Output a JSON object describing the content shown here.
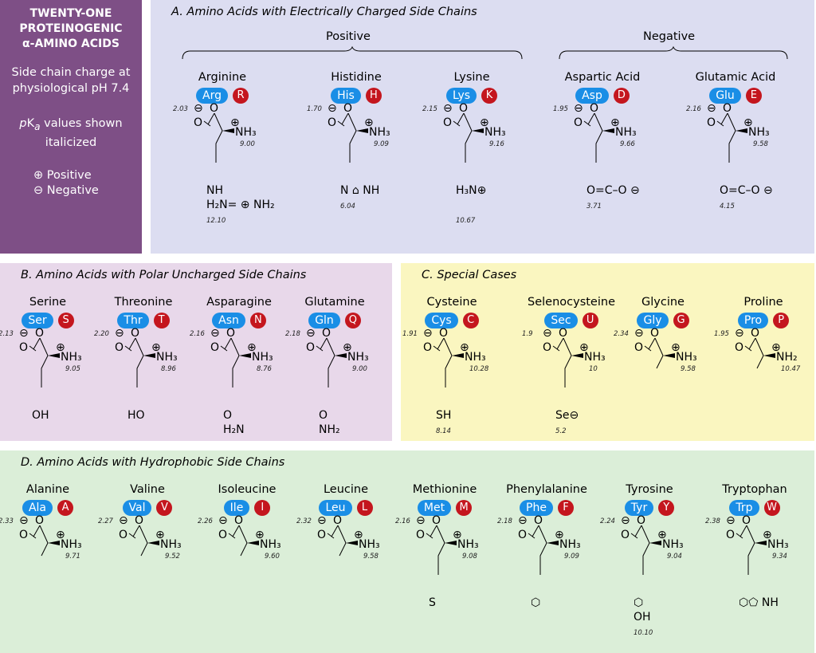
{
  "sidebar": {
    "title_lines": [
      "TWENTY-ONE",
      "PROTEINOGENIC",
      "α-AMINO ACIDS"
    ],
    "charge_note": "Side chain charge at physiological pH 7.4",
    "pka_note_p": "p",
    "pka_note_k": "K",
    "pka_note_a": "a",
    "pka_note_rest": " values shown italicized",
    "legend_positive": "Positive",
    "legend_negative": "Negative",
    "positive_symbol": "⊕",
    "negative_symbol": "⊖"
  },
  "colors": {
    "three_letter_badge": "#1a8ee6",
    "one_letter_badge": "#c4161e",
    "sidebar": "#7e4f86",
    "panel_a": "#dcddf1",
    "panel_b": "#e8d8ea",
    "panel_c": "#faf6c0",
    "panel_d": "#dbeed8"
  },
  "sections": [
    {
      "title": "A. Amino Acids with Electrically Charged Side Chains",
      "groups": [
        "Positive",
        "Negative"
      ],
      "acids": [
        {
          "name": "Arginine",
          "three": "Arg",
          "one": "R",
          "pka_cooh": "2.03",
          "pka_nh3": "9.00",
          "pka_side": "12.10",
          "side": [
            "NH",
            "H₂N=  ⊕ NH₂"
          ]
        },
        {
          "name": "Histidine",
          "three": "His",
          "one": "H",
          "pka_cooh": "1.70",
          "pka_nh3": "9.09",
          "pka_side": "6.04",
          "side": [
            "N ⌂ NH"
          ]
        },
        {
          "name": "Lysine",
          "three": "Lys",
          "one": "K",
          "pka_cooh": "2.15",
          "pka_nh3": "9.16",
          "pka_side": "10.67",
          "side": [
            "",
            "H₃N⊕"
          ]
        },
        {
          "name": "Aspartic Acid",
          "three": "Asp",
          "one": "D",
          "pka_cooh": "1.95",
          "pka_nh3": "9.66",
          "pka_side": "3.71",
          "side": [
            "O=C–O ⊖"
          ]
        },
        {
          "name": "Glutamic Acid",
          "three": "Glu",
          "one": "E",
          "pka_cooh": "2.16",
          "pka_nh3": "9.58",
          "pka_side": "4.15",
          "side": [
            "O=C–O ⊖"
          ]
        }
      ]
    },
    {
      "title": "B. Amino Acids with Polar Uncharged Side Chains",
      "acids": [
        {
          "name": "Serine",
          "three": "Ser",
          "one": "S",
          "pka_cooh": "2.13",
          "pka_nh3": "9.05",
          "side": [
            "OH"
          ]
        },
        {
          "name": "Threonine",
          "three": "Thr",
          "one": "T",
          "pka_cooh": "2.20",
          "pka_nh3": "8.96",
          "side": [
            "HO"
          ]
        },
        {
          "name": "Asparagine",
          "three": "Asn",
          "one": "N",
          "pka_cooh": "2.16",
          "pka_nh3": "8.76",
          "side": [
            "O",
            "H₂N"
          ]
        },
        {
          "name": "Glutamine",
          "three": "Gln",
          "one": "Q",
          "pka_cooh": "2.18",
          "pka_nh3": "9.00",
          "side": [
            "O",
            "NH₂"
          ]
        }
      ]
    },
    {
      "title": "C. Special Cases",
      "acids": [
        {
          "name": "Cysteine",
          "three": "Cys",
          "one": "C",
          "pka_cooh": "1.91",
          "pka_nh3": "10.28",
          "pka_side": "8.14",
          "side": [
            "SH"
          ]
        },
        {
          "name": "Selenocysteine",
          "three": "Sec",
          "one": "U",
          "pka_cooh": "1.9",
          "pka_nh3": "10",
          "pka_side": "5.2",
          "side": [
            "Se⊖"
          ]
        },
        {
          "name": "Glycine",
          "three": "Gly",
          "one": "G",
          "pka_cooh": "2.34",
          "pka_nh3": "9.58",
          "side": []
        },
        {
          "name": "Proline",
          "three": "Pro",
          "one": "P",
          "pka_cooh": "1.95",
          "pka_nh3": "10.47",
          "side": [],
          "amine": "NH₂"
        }
      ]
    },
    {
      "title": "D. Amino Acids with Hydrophobic Side Chains",
      "acids": [
        {
          "name": "Alanine",
          "three": "Ala",
          "one": "A",
          "pka_cooh": "2.33",
          "pka_nh3": "9.71",
          "side": []
        },
        {
          "name": "Valine",
          "three": "Val",
          "one": "V",
          "pka_cooh": "2.27",
          "pka_nh3": "9.52",
          "side": []
        },
        {
          "name": "Isoleucine",
          "three": "Ile",
          "one": "I",
          "pka_cooh": "2.26",
          "pka_nh3": "9.60",
          "side": []
        },
        {
          "name": "Leucine",
          "three": "Leu",
          "one": "L",
          "pka_cooh": "2.32",
          "pka_nh3": "9.58",
          "side": []
        },
        {
          "name": "Methionine",
          "three": "Met",
          "one": "M",
          "pka_cooh": "2.16",
          "pka_nh3": "9.08",
          "side": [
            "S"
          ]
        },
        {
          "name": "Phenylalanine",
          "three": "Phe",
          "one": "F",
          "pka_cooh": "2.18",
          "pka_nh3": "9.09",
          "side": [
            "⬡"
          ]
        },
        {
          "name": "Tyrosine",
          "three": "Tyr",
          "one": "Y",
          "pka_cooh": "2.24",
          "pka_nh3": "9.04",
          "pka_side": "10.10",
          "side": [
            "⬡",
            "OH"
          ]
        },
        {
          "name": "Tryptophan",
          "three": "Trp",
          "one": "W",
          "pka_cooh": "2.38",
          "pka_nh3": "9.34",
          "side": [
            "⬡⬠ NH"
          ]
        }
      ]
    }
  ],
  "atoms": {
    "oxygen": "O",
    "amine": "NH₃",
    "plus": "⊕",
    "minus": "⊖"
  }
}
